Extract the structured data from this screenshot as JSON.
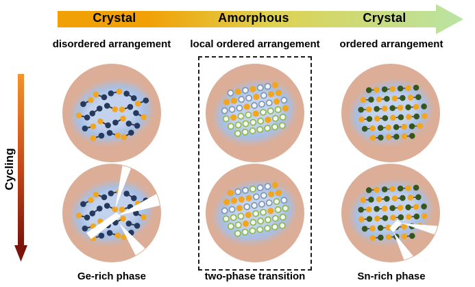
{
  "phase_arrow": {
    "labels": [
      "Crystal",
      "Amorphous",
      "Crystal"
    ]
  },
  "column_headers": [
    "disordered arrangement",
    "local ordered arrangement",
    "ordered arrangement"
  ],
  "cycling_label": "Cycling",
  "bottom_labels": [
    "Ge-rich phase",
    "two-phase transition",
    "Sn-rich phase"
  ],
  "colors": {
    "arrow_start": "#F1A006",
    "arrow_mid": "#DFD14F",
    "arrow_end": "#B9E4A4",
    "cycle_top": "#F5922E",
    "cycle_mid": "#C24818",
    "cycle_bottom": "#7A130A",
    "particle_fill": "#DCAE97",
    "matrix_fill": "#A7BFE4",
    "matrix_core": "#C9D6EF",
    "ge_atom": "#24395E",
    "sn_atom": "#36551D",
    "li_atom": "#F2A51F",
    "hollow_blue_ring": "#7E97B1",
    "hollow_green_ring": "#8CB84F",
    "bond": "#3A3F4C",
    "crack": "#FFFFFF",
    "outline_dash": "#1A1A1A",
    "text": "#000000"
  }
}
